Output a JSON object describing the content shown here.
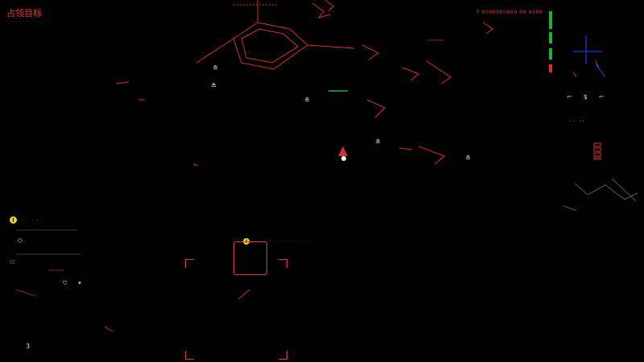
{
  "hud": {
    "objective_title": "占领目标",
    "objective_sub": "· · · · · · · · · · ·",
    "coords": "F·0000000000  00 0000",
    "warning_glyph": "!",
    "warning_text": "· · · · ·",
    "status_glyph": "!",
    "status_text": "· · · · · · · · · · ·",
    "ammo": "3",
    "right_row": [
      "⌐",
      "$",
      "⌐"
    ],
    "right_pct": "·· ··"
  },
  "colors": {
    "accent_red": "#e23b3b",
    "meter_green": "#1db13a",
    "warning_yellow": "#f2d21b",
    "radar_blue": "#2740ff"
  },
  "markers": [
    {
      "label": "≞"
    },
    {
      "label": "≞"
    },
    {
      "label": "≞"
    },
    {
      "label": "≞"
    },
    {
      "label": "≞"
    }
  ]
}
